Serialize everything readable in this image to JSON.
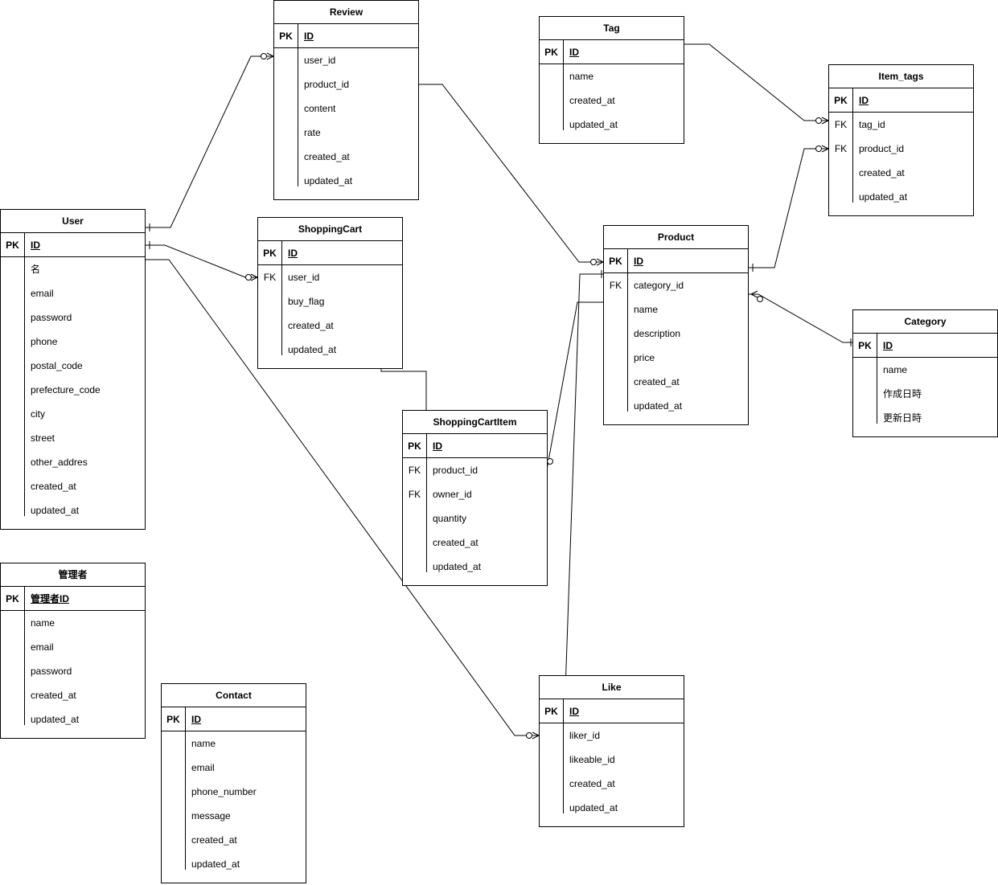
{
  "entities": {
    "review": {
      "title": "Review",
      "pk_key": "PK",
      "pk_col": "ID",
      "rows": [
        {
          "key": "",
          "col": "user_id"
        },
        {
          "key": "",
          "col": "product_id"
        },
        {
          "key": "",
          "col": "content"
        },
        {
          "key": "",
          "col": "rate"
        },
        {
          "key": "",
          "col": "created_at"
        },
        {
          "key": "",
          "col": "updated_at"
        }
      ]
    },
    "tag": {
      "title": "Tag",
      "pk_key": "PK",
      "pk_col": "ID",
      "rows": [
        {
          "key": "",
          "col": "name"
        },
        {
          "key": "",
          "col": "created_at"
        },
        {
          "key": "",
          "col": "updated_at"
        }
      ]
    },
    "item_tags": {
      "title": "Item_tags",
      "pk_key": "PK",
      "pk_col": "ID",
      "rows": [
        {
          "key": "FK",
          "col": "tag_id"
        },
        {
          "key": "FK",
          "col": "product_id"
        },
        {
          "key": "",
          "col": "created_at"
        },
        {
          "key": "",
          "col": "updated_at"
        }
      ]
    },
    "user": {
      "title": "User",
      "pk_key": "PK",
      "pk_col": "ID",
      "rows": [
        {
          "key": "",
          "col": "名"
        },
        {
          "key": "",
          "col": "email"
        },
        {
          "key": "",
          "col": "password"
        },
        {
          "key": "",
          "col": "phone"
        },
        {
          "key": "",
          "col": "postal_code"
        },
        {
          "key": "",
          "col": "prefecture_code"
        },
        {
          "key": "",
          "col": "city"
        },
        {
          "key": "",
          "col": "street"
        },
        {
          "key": "",
          "col": "other_addres"
        },
        {
          "key": "",
          "col": "created_at"
        },
        {
          "key": "",
          "col": "updated_at"
        }
      ]
    },
    "shopping_cart": {
      "title": "ShoppingCart",
      "pk_key": "PK",
      "pk_col": "ID",
      "rows": [
        {
          "key": "FK",
          "col": "user_id"
        },
        {
          "key": "",
          "col": "buy_flag"
        },
        {
          "key": "",
          "col": "created_at"
        },
        {
          "key": "",
          "col": "updated_at"
        }
      ]
    },
    "product": {
      "title": "Product",
      "pk_key": "PK",
      "pk_col": "ID",
      "rows": [
        {
          "key": "FK",
          "col": "category_id"
        },
        {
          "key": "",
          "col": "name"
        },
        {
          "key": "",
          "col": "description"
        },
        {
          "key": "",
          "col": "price"
        },
        {
          "key": "",
          "col": "created_at"
        },
        {
          "key": "",
          "col": "updated_at"
        }
      ]
    },
    "category": {
      "title": "Category",
      "pk_key": "PK",
      "pk_col": "ID",
      "rows": [
        {
          "key": "",
          "col": "name"
        },
        {
          "key": "",
          "col": "作成日時"
        },
        {
          "key": "",
          "col": "更新日時"
        }
      ]
    },
    "shopping_cart_item": {
      "title": "ShoppingCartItem",
      "pk_key": "PK",
      "pk_col": "ID",
      "rows": [
        {
          "key": "FK",
          "col": "product_id"
        },
        {
          "key": "FK",
          "col": "owner_id"
        },
        {
          "key": "",
          "col": "quantity"
        },
        {
          "key": "",
          "col": "created_at"
        },
        {
          "key": "",
          "col": "updated_at"
        }
      ]
    },
    "admin": {
      "title": "管理者",
      "pk_key": "PK",
      "pk_col": "管理者ID",
      "rows": [
        {
          "key": "",
          "col": "name"
        },
        {
          "key": "",
          "col": "email"
        },
        {
          "key": "",
          "col": "password"
        },
        {
          "key": "",
          "col": "created_at"
        },
        {
          "key": "",
          "col": "updated_at"
        }
      ]
    },
    "contact": {
      "title": "Contact",
      "pk_key": "PK",
      "pk_col": "ID",
      "rows": [
        {
          "key": "",
          "col": "name"
        },
        {
          "key": "",
          "col": "email"
        },
        {
          "key": "",
          "col": "phone_number"
        },
        {
          "key": "",
          "col": "message"
        },
        {
          "key": "",
          "col": "created_at"
        },
        {
          "key": "",
          "col": "updated_at"
        }
      ]
    },
    "like": {
      "title": "Like",
      "pk_key": "PK",
      "pk_col": "ID",
      "rows": [
        {
          "key": "",
          "col": "liker_id"
        },
        {
          "key": "",
          "col": "likeable_id"
        },
        {
          "key": "",
          "col": "created_at"
        },
        {
          "key": "",
          "col": "updated_at"
        }
      ]
    }
  },
  "relationships": [
    {
      "from": "user",
      "to": "review",
      "from_cardinality": "one",
      "to_cardinality": "zero-or-many"
    },
    {
      "from": "review",
      "to": "product",
      "from_cardinality": "none",
      "to_cardinality": "zero-or-many"
    },
    {
      "from": "tag",
      "to": "item_tags",
      "from_cardinality": "none",
      "to_cardinality": "zero-or-many"
    },
    {
      "from": "product",
      "to": "item_tags",
      "from_cardinality": "one",
      "to_cardinality": "zero-or-many"
    },
    {
      "from": "user",
      "to": "shopping_cart",
      "from_cardinality": "one",
      "to_cardinality": "zero-or-many"
    },
    {
      "from": "shopping_cart",
      "to": "shopping_cart_item",
      "from_cardinality": "one",
      "to_cardinality": "one-or-many"
    },
    {
      "from": "product",
      "to": "shopping_cart_item",
      "from_cardinality": "one",
      "to_cardinality": "zero-or-many"
    },
    {
      "from": "product",
      "to": "category",
      "from_cardinality": "zero-or-many",
      "to_cardinality": "one"
    },
    {
      "from": "user",
      "to": "like",
      "from_cardinality": "none",
      "to_cardinality": "zero-or-many"
    },
    {
      "from": "product",
      "to": "like",
      "from_cardinality": "one",
      "to_cardinality": "zero-or-many"
    }
  ]
}
